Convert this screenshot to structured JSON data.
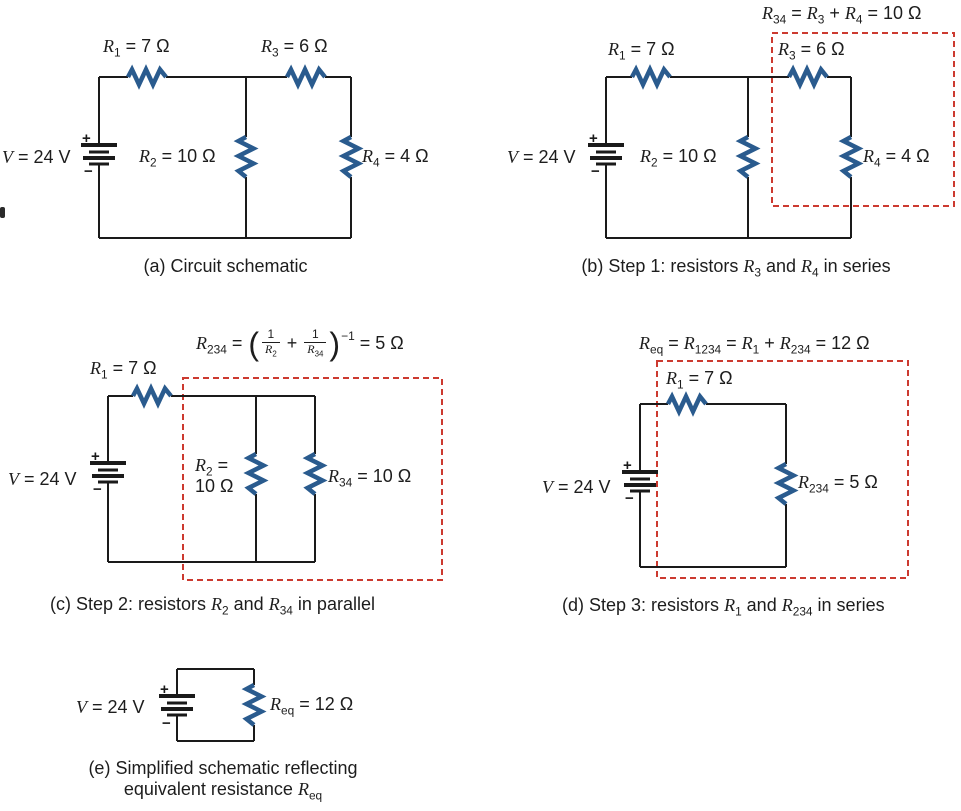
{
  "colors": {
    "resistor_blue": "#2A5B8E",
    "dashed_red": "#CC3A30",
    "wire": "#1A1A1A",
    "text": "#1D1D1D"
  },
  "battery": {
    "plus": "+",
    "minus": "−"
  },
  "panel_a": {
    "v_label": [
      {
        "t": "V",
        "i": true
      },
      {
        "t": " = 24 V"
      }
    ],
    "r1_label": [
      {
        "t": "R",
        "i": true
      },
      {
        "t": "1",
        "sub": true
      },
      {
        "t": " = 7 Ω"
      }
    ],
    "r3_label": [
      {
        "t": "R",
        "i": true
      },
      {
        "t": "3",
        "sub": true
      },
      {
        "t": " = 6 Ω"
      }
    ],
    "r2_label": [
      {
        "t": "R",
        "i": true
      },
      {
        "t": "2",
        "sub": true
      },
      {
        "t": " = 10 Ω"
      }
    ],
    "r4_label": [
      {
        "t": "R",
        "i": true
      },
      {
        "t": "4",
        "sub": true
      },
      {
        "t": " = 4 Ω"
      }
    ],
    "caption": "(a) Circuit schematic"
  },
  "panel_b": {
    "formula": [
      {
        "t": "R",
        "i": true
      },
      {
        "t": "34",
        "sub": true
      },
      {
        "t": " = "
      },
      {
        "t": "R",
        "i": true
      },
      {
        "t": "3",
        "sub": true
      },
      {
        "t": " + "
      },
      {
        "t": "R",
        "i": true
      },
      {
        "t": "4",
        "sub": true
      },
      {
        "t": " = 10 Ω"
      }
    ],
    "v_label": [
      {
        "t": "V",
        "i": true
      },
      {
        "t": " = 24 V"
      }
    ],
    "r1_label": [
      {
        "t": "R",
        "i": true
      },
      {
        "t": "1",
        "sub": true
      },
      {
        "t": " = 7 Ω"
      }
    ],
    "r3_label": [
      {
        "t": "R",
        "i": true
      },
      {
        "t": "3",
        "sub": true
      },
      {
        "t": " = 6 Ω"
      }
    ],
    "r2_label": [
      {
        "t": "R",
        "i": true
      },
      {
        "t": "2",
        "sub": true
      },
      {
        "t": " = 10 Ω"
      }
    ],
    "r4_label": [
      {
        "t": "R",
        "i": true
      },
      {
        "t": "4",
        "sub": true
      },
      {
        "t": " = 4 Ω"
      }
    ],
    "caption": [
      {
        "t": "(b) Step 1: resistors "
      },
      {
        "t": "R",
        "i": true
      },
      {
        "t": "3",
        "sub": true
      },
      {
        "t": " and "
      },
      {
        "t": "R",
        "i": true
      },
      {
        "t": "4",
        "sub": true
      },
      {
        "t": " in series"
      }
    ]
  },
  "panel_c": {
    "formula": [
      {
        "t": "R",
        "i": true
      },
      {
        "t": "234",
        "sub": true
      },
      {
        "t": " = "
      },
      {
        "paren": "("
      },
      {
        "frac": {
          "num": [
            {
              "t": "1"
            }
          ],
          "den": [
            {
              "t": "R",
              "i": true
            },
            {
              "t": "2",
              "sub": true
            }
          ]
        }
      },
      {
        "t": " + "
      },
      {
        "frac": {
          "num": [
            {
              "t": "1"
            }
          ],
          "den": [
            {
              "t": "R",
              "i": true
            },
            {
              "t": "34",
              "sub": true
            }
          ]
        }
      },
      {
        "paren": ")"
      },
      {
        "t": "−1",
        "sup": true
      },
      {
        "t": " = 5 Ω"
      }
    ],
    "v_label": [
      {
        "t": "V",
        "i": true
      },
      {
        "t": " = 24 V"
      }
    ],
    "r1_label": [
      {
        "t": "R",
        "i": true
      },
      {
        "t": "1",
        "sub": true
      },
      {
        "t": " = 7 Ω"
      }
    ],
    "r2_label": [
      {
        "t": "R",
        "i": true
      },
      {
        "t": "2",
        "sub": true
      },
      {
        "t": " ="
      },
      {
        "br": true
      },
      {
        "t": "10 Ω"
      }
    ],
    "r34_label": [
      {
        "t": "R",
        "i": true
      },
      {
        "t": "34",
        "sub": true
      },
      {
        "t": " = 10 Ω"
      }
    ],
    "caption": [
      {
        "t": "(c) Step 2: resistors "
      },
      {
        "t": "R",
        "i": true
      },
      {
        "t": "2",
        "sub": true
      },
      {
        "t": " and "
      },
      {
        "t": "R",
        "i": true
      },
      {
        "t": "34",
        "sub": true
      },
      {
        "t": " in parallel"
      }
    ]
  },
  "panel_d": {
    "formula": [
      {
        "t": "R",
        "i": true
      },
      {
        "t": "eq",
        "sub": true
      },
      {
        "t": " = "
      },
      {
        "t": "R",
        "i": true
      },
      {
        "t": "1234",
        "sub": true
      },
      {
        "t": " = "
      },
      {
        "t": "R",
        "i": true
      },
      {
        "t": "1",
        "sub": true
      },
      {
        "t": " + "
      },
      {
        "t": "R",
        "i": true
      },
      {
        "t": "234",
        "sub": true
      },
      {
        "t": " = 12 Ω"
      }
    ],
    "v_label": [
      {
        "t": "V",
        "i": true
      },
      {
        "t": " = 24 V"
      }
    ],
    "r1_label": [
      {
        "t": "R",
        "i": true
      },
      {
        "t": "1",
        "sub": true
      },
      {
        "t": " = 7 Ω"
      }
    ],
    "r234_label": [
      {
        "t": "R",
        "i": true
      },
      {
        "t": "234",
        "sub": true
      },
      {
        "t": " = 5 Ω"
      }
    ],
    "caption": [
      {
        "t": "(d) Step 3: resistors "
      },
      {
        "t": "R",
        "i": true
      },
      {
        "t": "1",
        "sub": true
      },
      {
        "t": " and "
      },
      {
        "t": "R",
        "i": true
      },
      {
        "t": "234",
        "sub": true
      },
      {
        "t": " in series"
      }
    ]
  },
  "panel_e": {
    "v_label": [
      {
        "t": "V",
        "i": true
      },
      {
        "t": " = 24 V"
      }
    ],
    "req_label": [
      {
        "t": "R",
        "i": true
      },
      {
        "t": "eq",
        "sub": true
      },
      {
        "t": " = 12 Ω"
      }
    ],
    "caption": [
      {
        "t": "(e) Simplified schematic reflecting"
      },
      {
        "br": true
      },
      {
        "t": "equivalent resistance "
      },
      {
        "t": "R",
        "i": true
      },
      {
        "t": "eq",
        "sub": true
      }
    ]
  }
}
